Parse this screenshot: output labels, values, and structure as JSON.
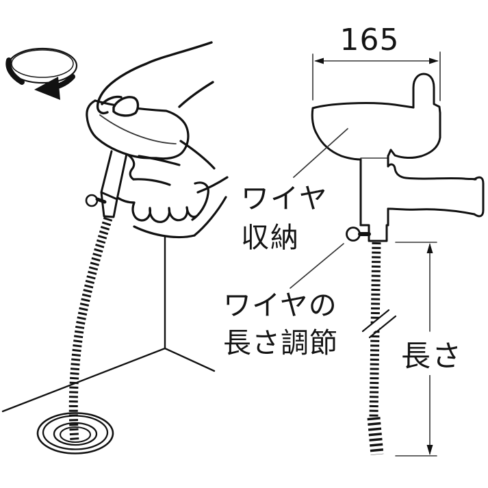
{
  "canvas": {
    "background": "#ffffff",
    "line_color": "#111111",
    "thin_line_color": "#333333"
  },
  "left_panel": {
    "rotation_arrow_icon": "counterclockwise-rotation",
    "depicts": [
      "hand-cranking-drain-cleaner",
      "coiled-wire",
      "floor-corner",
      "floor-drain"
    ]
  },
  "right_panel": {
    "width_dimension_value": "165",
    "labels": {
      "wire_storage": "ワイヤ\n収納",
      "wire_length_adjustment": "ワイヤの\n長さ調節",
      "length": "長さ"
    },
    "depicts": [
      "drain-cleaner-side-view",
      "crank-knob",
      "grip-handle",
      "thumbscrew",
      "wire-with-break-symbol",
      "length-dimension"
    ]
  }
}
